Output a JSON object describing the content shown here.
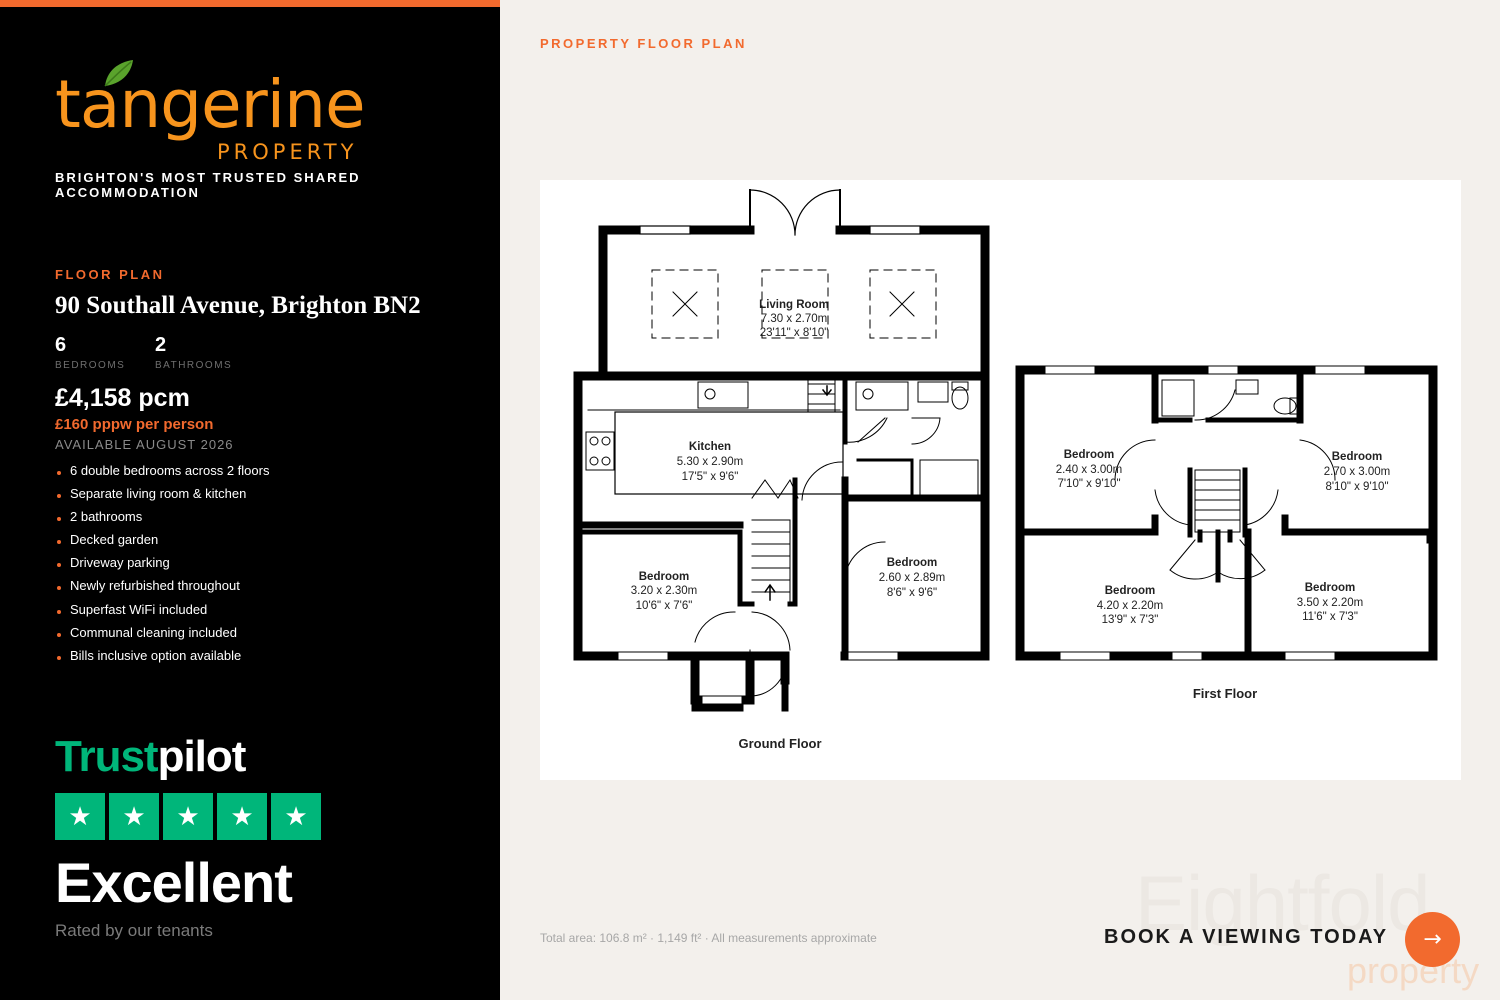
{
  "brand": {
    "logo_word": "tangerine",
    "logo_sub": "PROPERTY",
    "tagline": "BRIGHTON'S MOST TRUSTED SHARED ACCOMMODATION"
  },
  "listing": {
    "section_label": "FLOOR PLAN",
    "address": "90 Southall Avenue, Brighton BN2",
    "bedrooms_value": "6",
    "bedrooms_label": "BEDROOMS",
    "bathrooms_value": "2",
    "bathrooms_label": "BATHROOMS",
    "price": "£4,158 pcm",
    "pppw": "£160 pppw per person",
    "availability": "AVAILABLE AUGUST 2026",
    "features": [
      "6 double bedrooms across 2 floors",
      "Separate living room & kitchen",
      "2 bathrooms",
      "Decked garden",
      "Driveway parking",
      "Newly refurbished throughout",
      "Superfast WiFi included",
      "Communal cleaning included",
      "Bills inclusive option available"
    ]
  },
  "trustpilot": {
    "brand_a": "Trust",
    "brand_b": "pilot",
    "stars": 5,
    "rating_word": "Excellent",
    "sub": "Rated by our tenants",
    "brand_color": "#00b67a"
  },
  "floorplan": {
    "title": "PROPERTY FLOOR PLAN",
    "ground_floor_label": "Ground Floor",
    "first_floor_label": "First Floor",
    "rooms": {
      "living": [
        "Living Room",
        "7.30 x 2.70m",
        "23'11\" x 8'10\""
      ],
      "kitchen": [
        "Kitchen",
        "5.30 x 2.90m",
        "17'5\" x 9'6\""
      ],
      "gf_bed_left": [
        "Bedroom",
        "3.20 x 2.30m",
        "10'6\" x 7'6\""
      ],
      "gf_bed_right": [
        "Bedroom",
        "2.60 x 2.89m",
        "8'6\" x 9'6\""
      ],
      "ff_bed_tl": [
        "Bedroom",
        "2.40 x 3.00m",
        "7'10\" x 9'10\""
      ],
      "ff_bed_tr": [
        "Bedroom",
        "2.70 x 3.00m",
        "8'10\" x 9'10\""
      ],
      "ff_bed_bl": [
        "Bedroom",
        "4.20 x 2.20m",
        "13'9\" x 7'3\""
      ],
      "ff_bed_br": [
        "Bedroom",
        "3.50 x 2.20m",
        "11'6\" x 7'3\""
      ]
    },
    "footnote": "Total area: 106.8 m² · 1,149 ft²  ·  All measurements approximate"
  },
  "cta": {
    "label": "BOOK A VIEWING TODAY",
    "arrow": "→"
  },
  "watermark": {
    "line1": "Eightfold",
    "line2": "property"
  },
  "colors": {
    "accent": "#f26a2e",
    "logo_orange": "#f7941d",
    "panel": "#000000",
    "page_bg": "#f3f0ec"
  }
}
